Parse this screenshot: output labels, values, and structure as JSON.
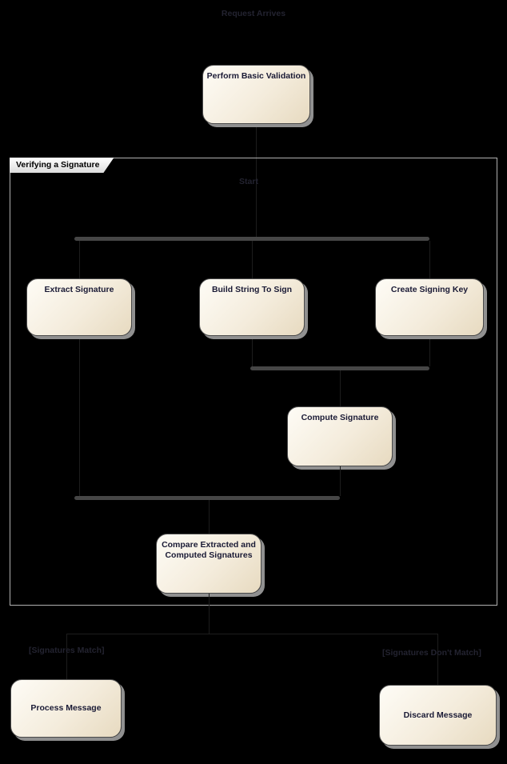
{
  "diagram": {
    "top_label": "Request Arrives",
    "frame": {
      "title": "Verifying a Signature",
      "start_label": "Start"
    },
    "nodes": {
      "perform_basic_validation": "Perform Basic Validation",
      "extract_signature": "Extract Signature",
      "build_string_to_sign": "Build String To Sign",
      "create_signing_key": "Create Signing Key",
      "compute_signature": "Compute Signature",
      "compare_signatures": "Compare Extracted and Computed Signatures",
      "process_message": "Process Message",
      "discard_message": "Discard Message"
    },
    "guards": {
      "match": "[Signatures Match]",
      "dont_match": "[Signatures Don't Match]"
    },
    "colors": {
      "background": "#000000",
      "node_fill_top": "#fefcf6",
      "node_fill_bottom": "#e7dac0",
      "node_border": "#4a4a4a",
      "node_text": "#1a1a35",
      "bar": "#464646",
      "frame_border": "#b0b0b0",
      "frame_tab_bg": "#ffffff",
      "faint_text": "#232330",
      "shadow": "#909090"
    }
  }
}
